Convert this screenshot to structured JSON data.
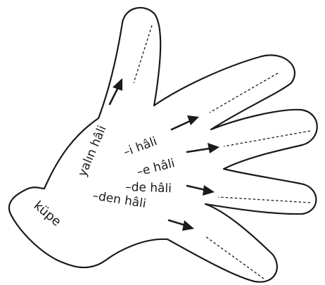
{
  "figure": {
    "word": "küpe",
    "cases": [
      {
        "id": "yalin",
        "label": "yalın hâli"
      },
      {
        "id": "i",
        "label": "–i hâli"
      },
      {
        "id": "e",
        "label": "–e hâli"
      },
      {
        "id": "de",
        "label": "–de hâli"
      },
      {
        "id": "den",
        "label": "–den hâli"
      }
    ]
  }
}
